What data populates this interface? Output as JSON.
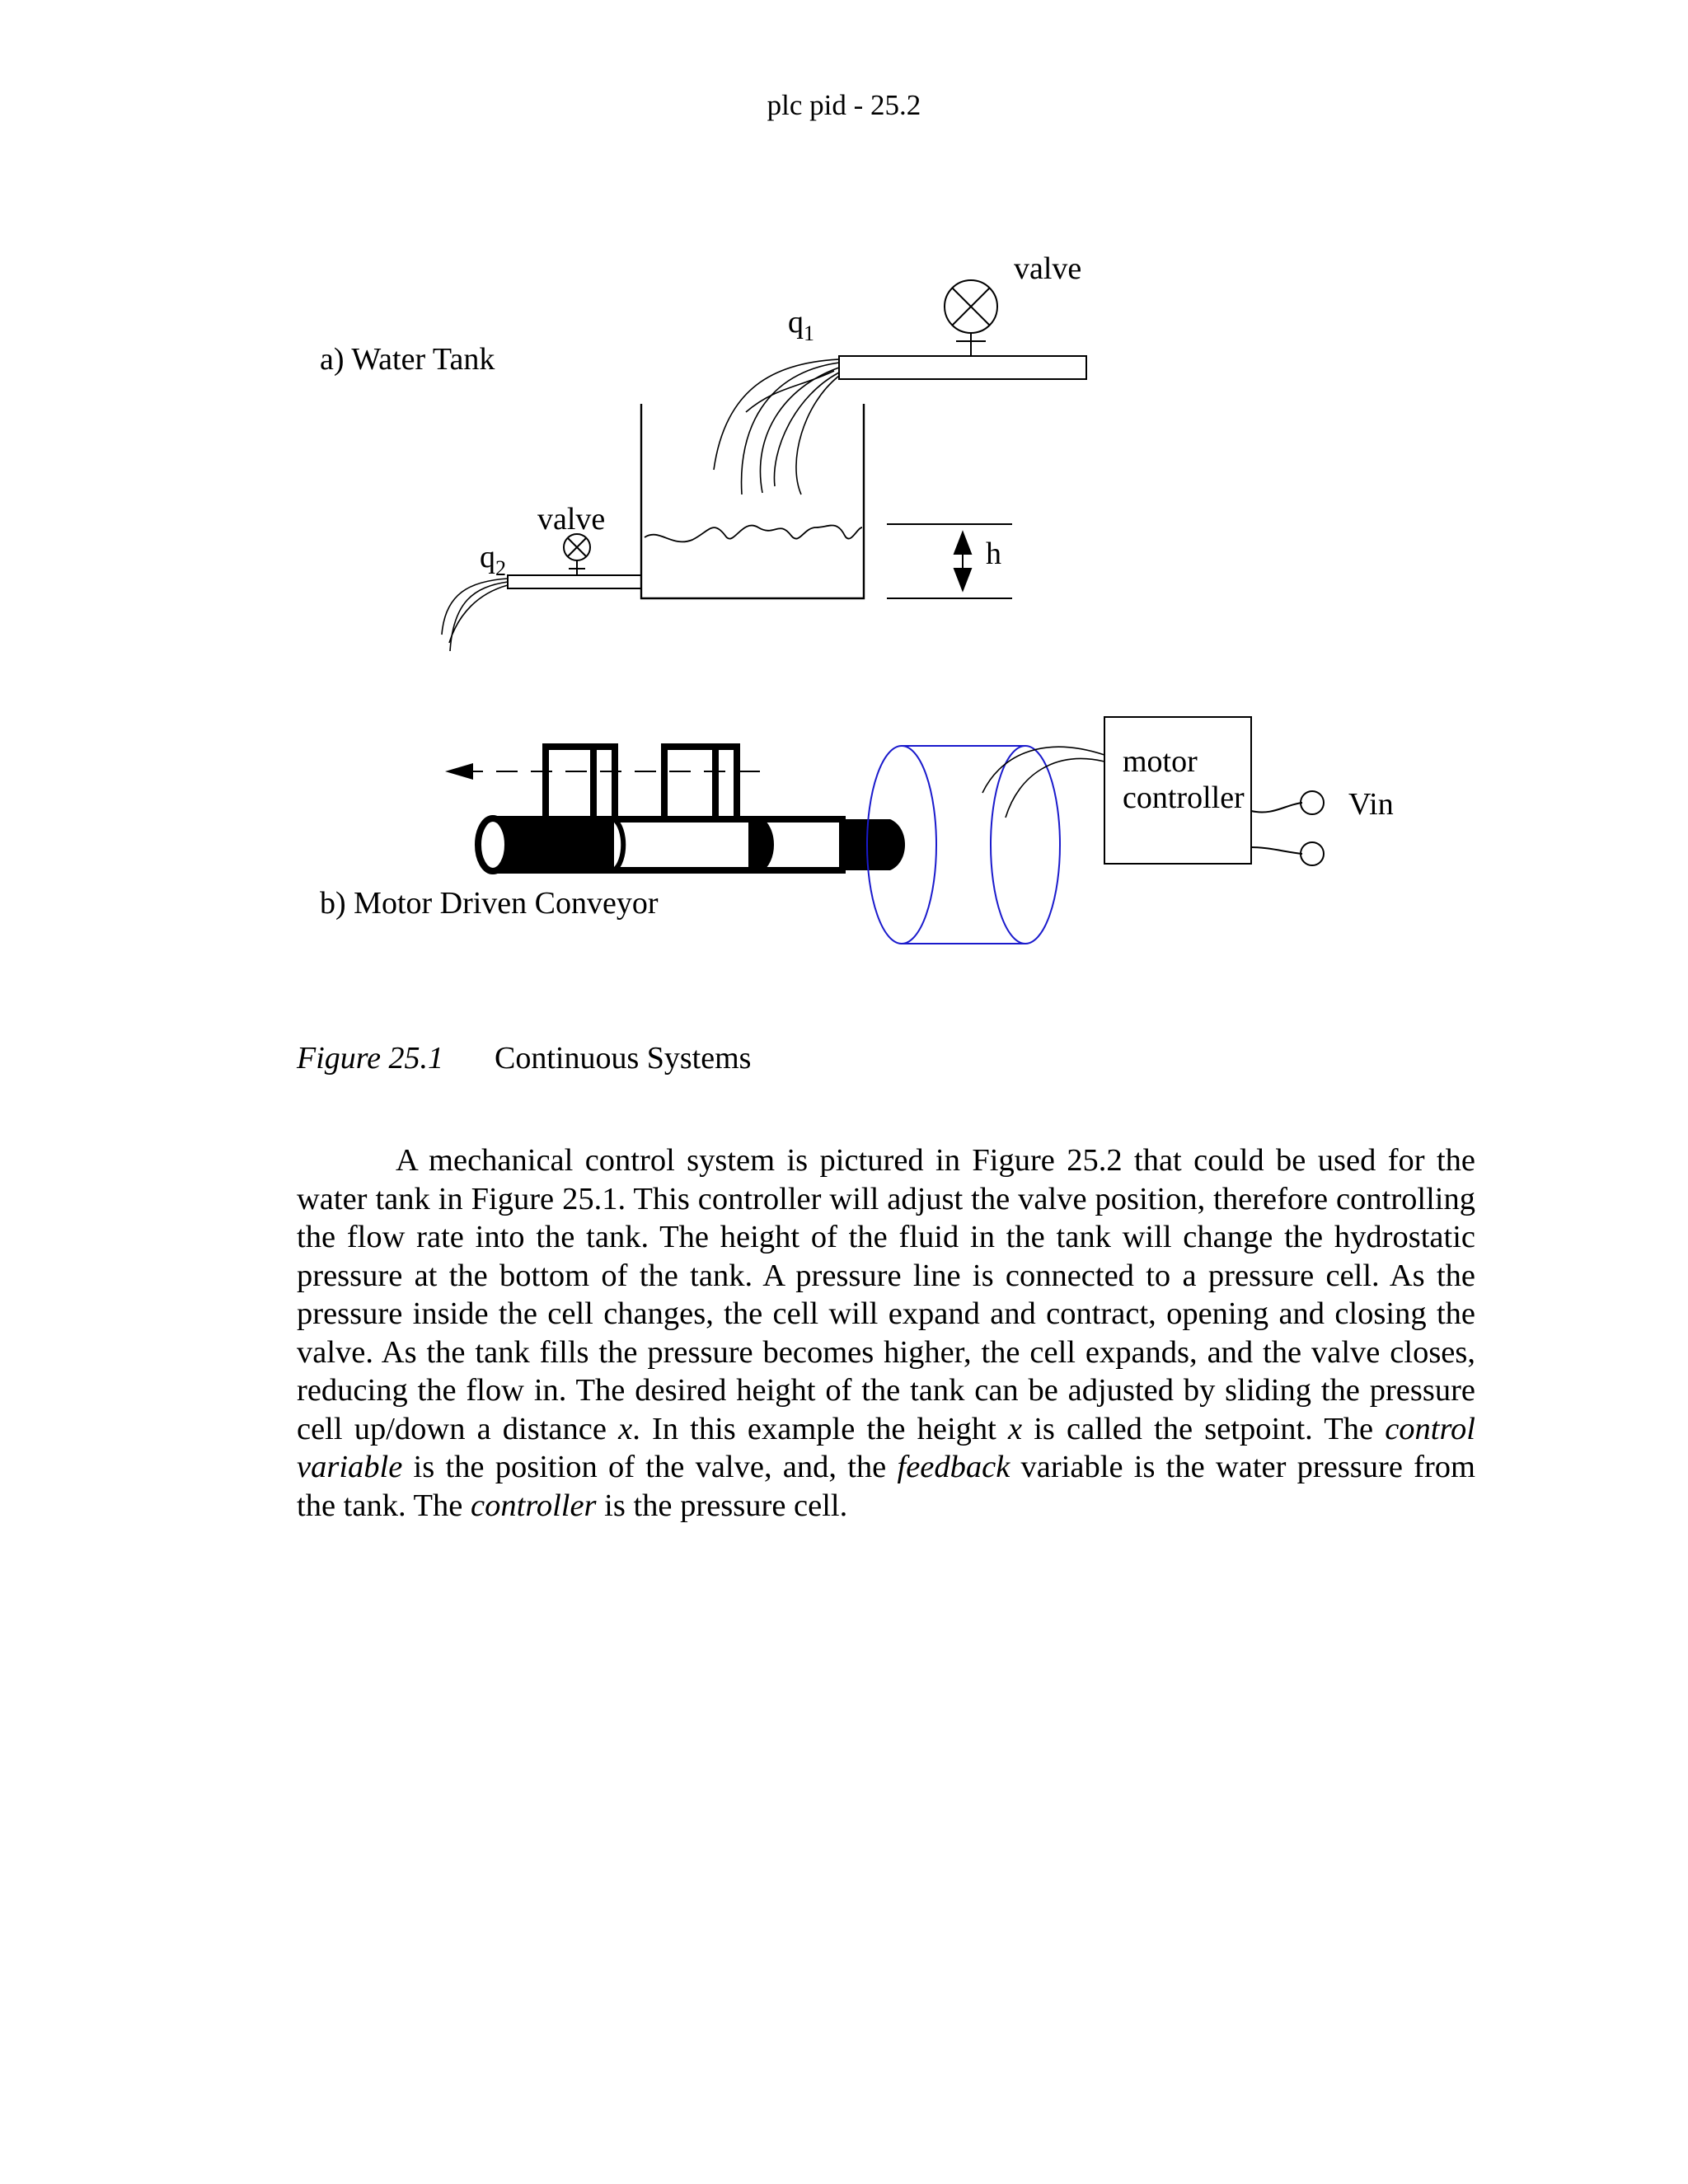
{
  "header": {
    "text": "plc pid - 25.2"
  },
  "figure": {
    "tank": {
      "title": "a) Water Tank",
      "inlet_valve_label": "valve",
      "inflow_label": "q",
      "inflow_sub": "1",
      "outlet_valve_label": "valve",
      "outflow_label": "q",
      "outflow_sub": "2",
      "height_label": "h"
    },
    "conveyor": {
      "title": "b) Motor Driven Conveyor",
      "controller_line1": "motor",
      "controller_line2": "controller",
      "input_label": "Vin",
      "motor_color": "#1a1acc"
    }
  },
  "caption": {
    "number": "Figure 25.1",
    "title": "Continuous Systems"
  },
  "paragraph": {
    "p1": "A mechanical control system is pictured in Figure 25.2 that could be used for the water tank in Figure 25.1. This controller will adjust the valve position, therefore controlling the flow rate into the tank. The height of the fluid in the tank will change the hydrostatic pressure at the bottom of the tank. A pressure line is connected to a pressure cell. As the pressure inside the cell changes, the cell will expand and contract, opening and closing the valve. As the tank fills the pressure becomes higher, the cell expands, and the valve closes, reducing the flow in. The desired height of the tank can be adjusted by sliding the pressure cell up/down a distance ",
    "x1": "x",
    "p2": ". In this example the height ",
    "x2": "x",
    "p3": " is called the setpoint. The ",
    "cv": "control variable",
    "p4": " is the position of the valve, and, the ",
    "fb": "feedback",
    "p5": " variable is the water pressure from the tank. The ",
    "ctrl": "controller",
    "p6": " is the pressure cell."
  }
}
